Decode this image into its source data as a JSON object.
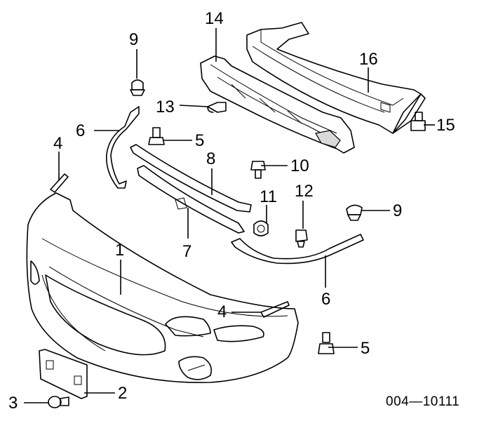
{
  "diagram": {
    "reference_code": "004—10111",
    "callouts": [
      {
        "id": "c1",
        "text": "1"
      },
      {
        "id": "c2",
        "text": "2"
      },
      {
        "id": "c3",
        "text": "3"
      },
      {
        "id": "c4a",
        "text": "4"
      },
      {
        "id": "c4b",
        "text": "4"
      },
      {
        "id": "c5a",
        "text": "5"
      },
      {
        "id": "c5b",
        "text": "5"
      },
      {
        "id": "c6a",
        "text": "6"
      },
      {
        "id": "c6b",
        "text": "6"
      },
      {
        "id": "c7",
        "text": "7"
      },
      {
        "id": "c8",
        "text": "8"
      },
      {
        "id": "c9a",
        "text": "9"
      },
      {
        "id": "c9b",
        "text": "9"
      },
      {
        "id": "c10",
        "text": "10"
      },
      {
        "id": "c11",
        "text": "11"
      },
      {
        "id": "c12",
        "text": "12"
      },
      {
        "id": "c13",
        "text": "13"
      },
      {
        "id": "c14",
        "text": "14"
      },
      {
        "id": "c15",
        "text": "15"
      },
      {
        "id": "c16",
        "text": "16"
      }
    ]
  }
}
